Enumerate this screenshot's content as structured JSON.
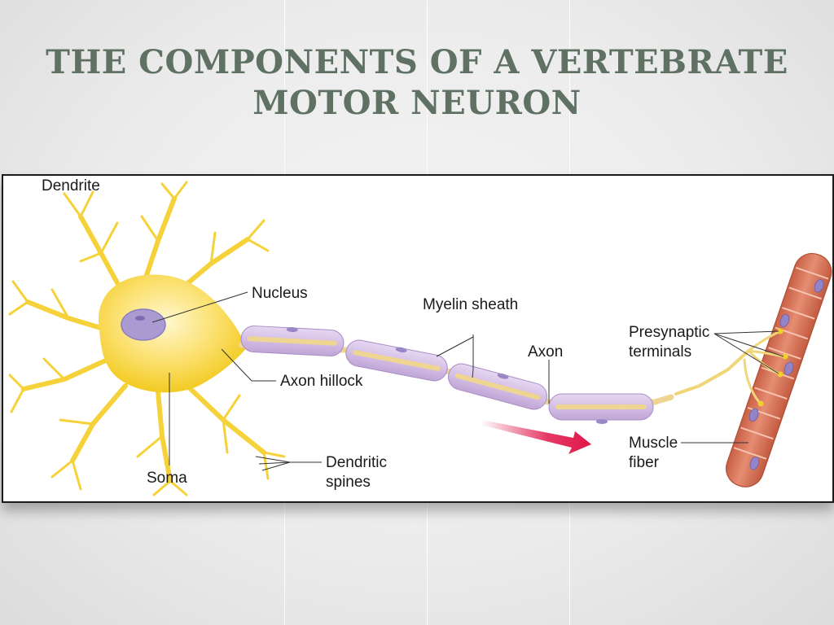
{
  "slide": {
    "title_line1": "THE COMPONENTS OF A VERTEBRATE",
    "title_line2": "MOTOR NEURON"
  },
  "diagram": {
    "labels": {
      "dendrite": "Dendrite",
      "nucleus": "Nucleus",
      "axon_hillock": "Axon hillock",
      "soma": "Soma",
      "dendritic_spines_1": "Dendritic",
      "dendritic_spines_2": "spines",
      "myelin_sheath": "Myelin sheath",
      "axon": "Axon",
      "presynaptic_1": "Presynaptic",
      "presynaptic_2": "terminals",
      "muscle_1": "Muscle",
      "muscle_2": "fiber"
    },
    "colors": {
      "title": "#5e7163",
      "cell_body": "#f6d23a",
      "nucleus": "#a99bd2",
      "myelin": "#d7c2e8",
      "axon_core": "#eed592",
      "arrow": "#e0174a",
      "muscle": "#d8775c"
    }
  }
}
